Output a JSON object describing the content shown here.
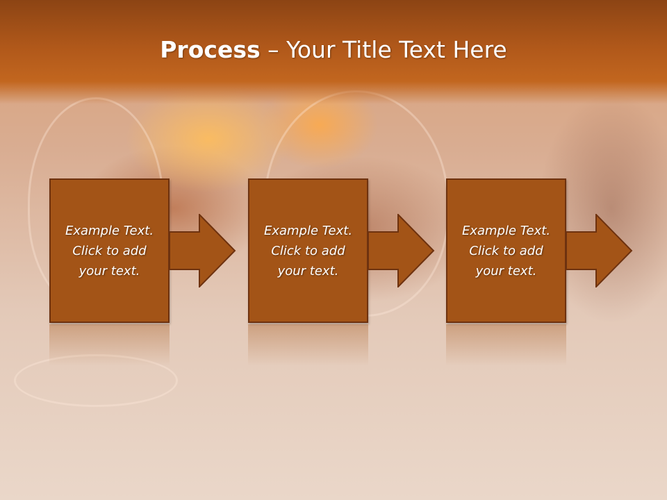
{
  "slide": {
    "title_bold": "Process",
    "title_rest": " – Your Title Text Here"
  },
  "steps": [
    {
      "line1": "Example Text.",
      "line2": "Click  to add",
      "line3": "your text."
    },
    {
      "line1": "Example Text.",
      "line2": "Click  to add",
      "line3": "your text."
    },
    {
      "line1": "Example Text.",
      "line2": "Click  to add",
      "line3": "your text."
    }
  ],
  "colors": {
    "box_fill": "#a35417",
    "box_border": "#6e320f",
    "title_bar": "#b0581a"
  }
}
